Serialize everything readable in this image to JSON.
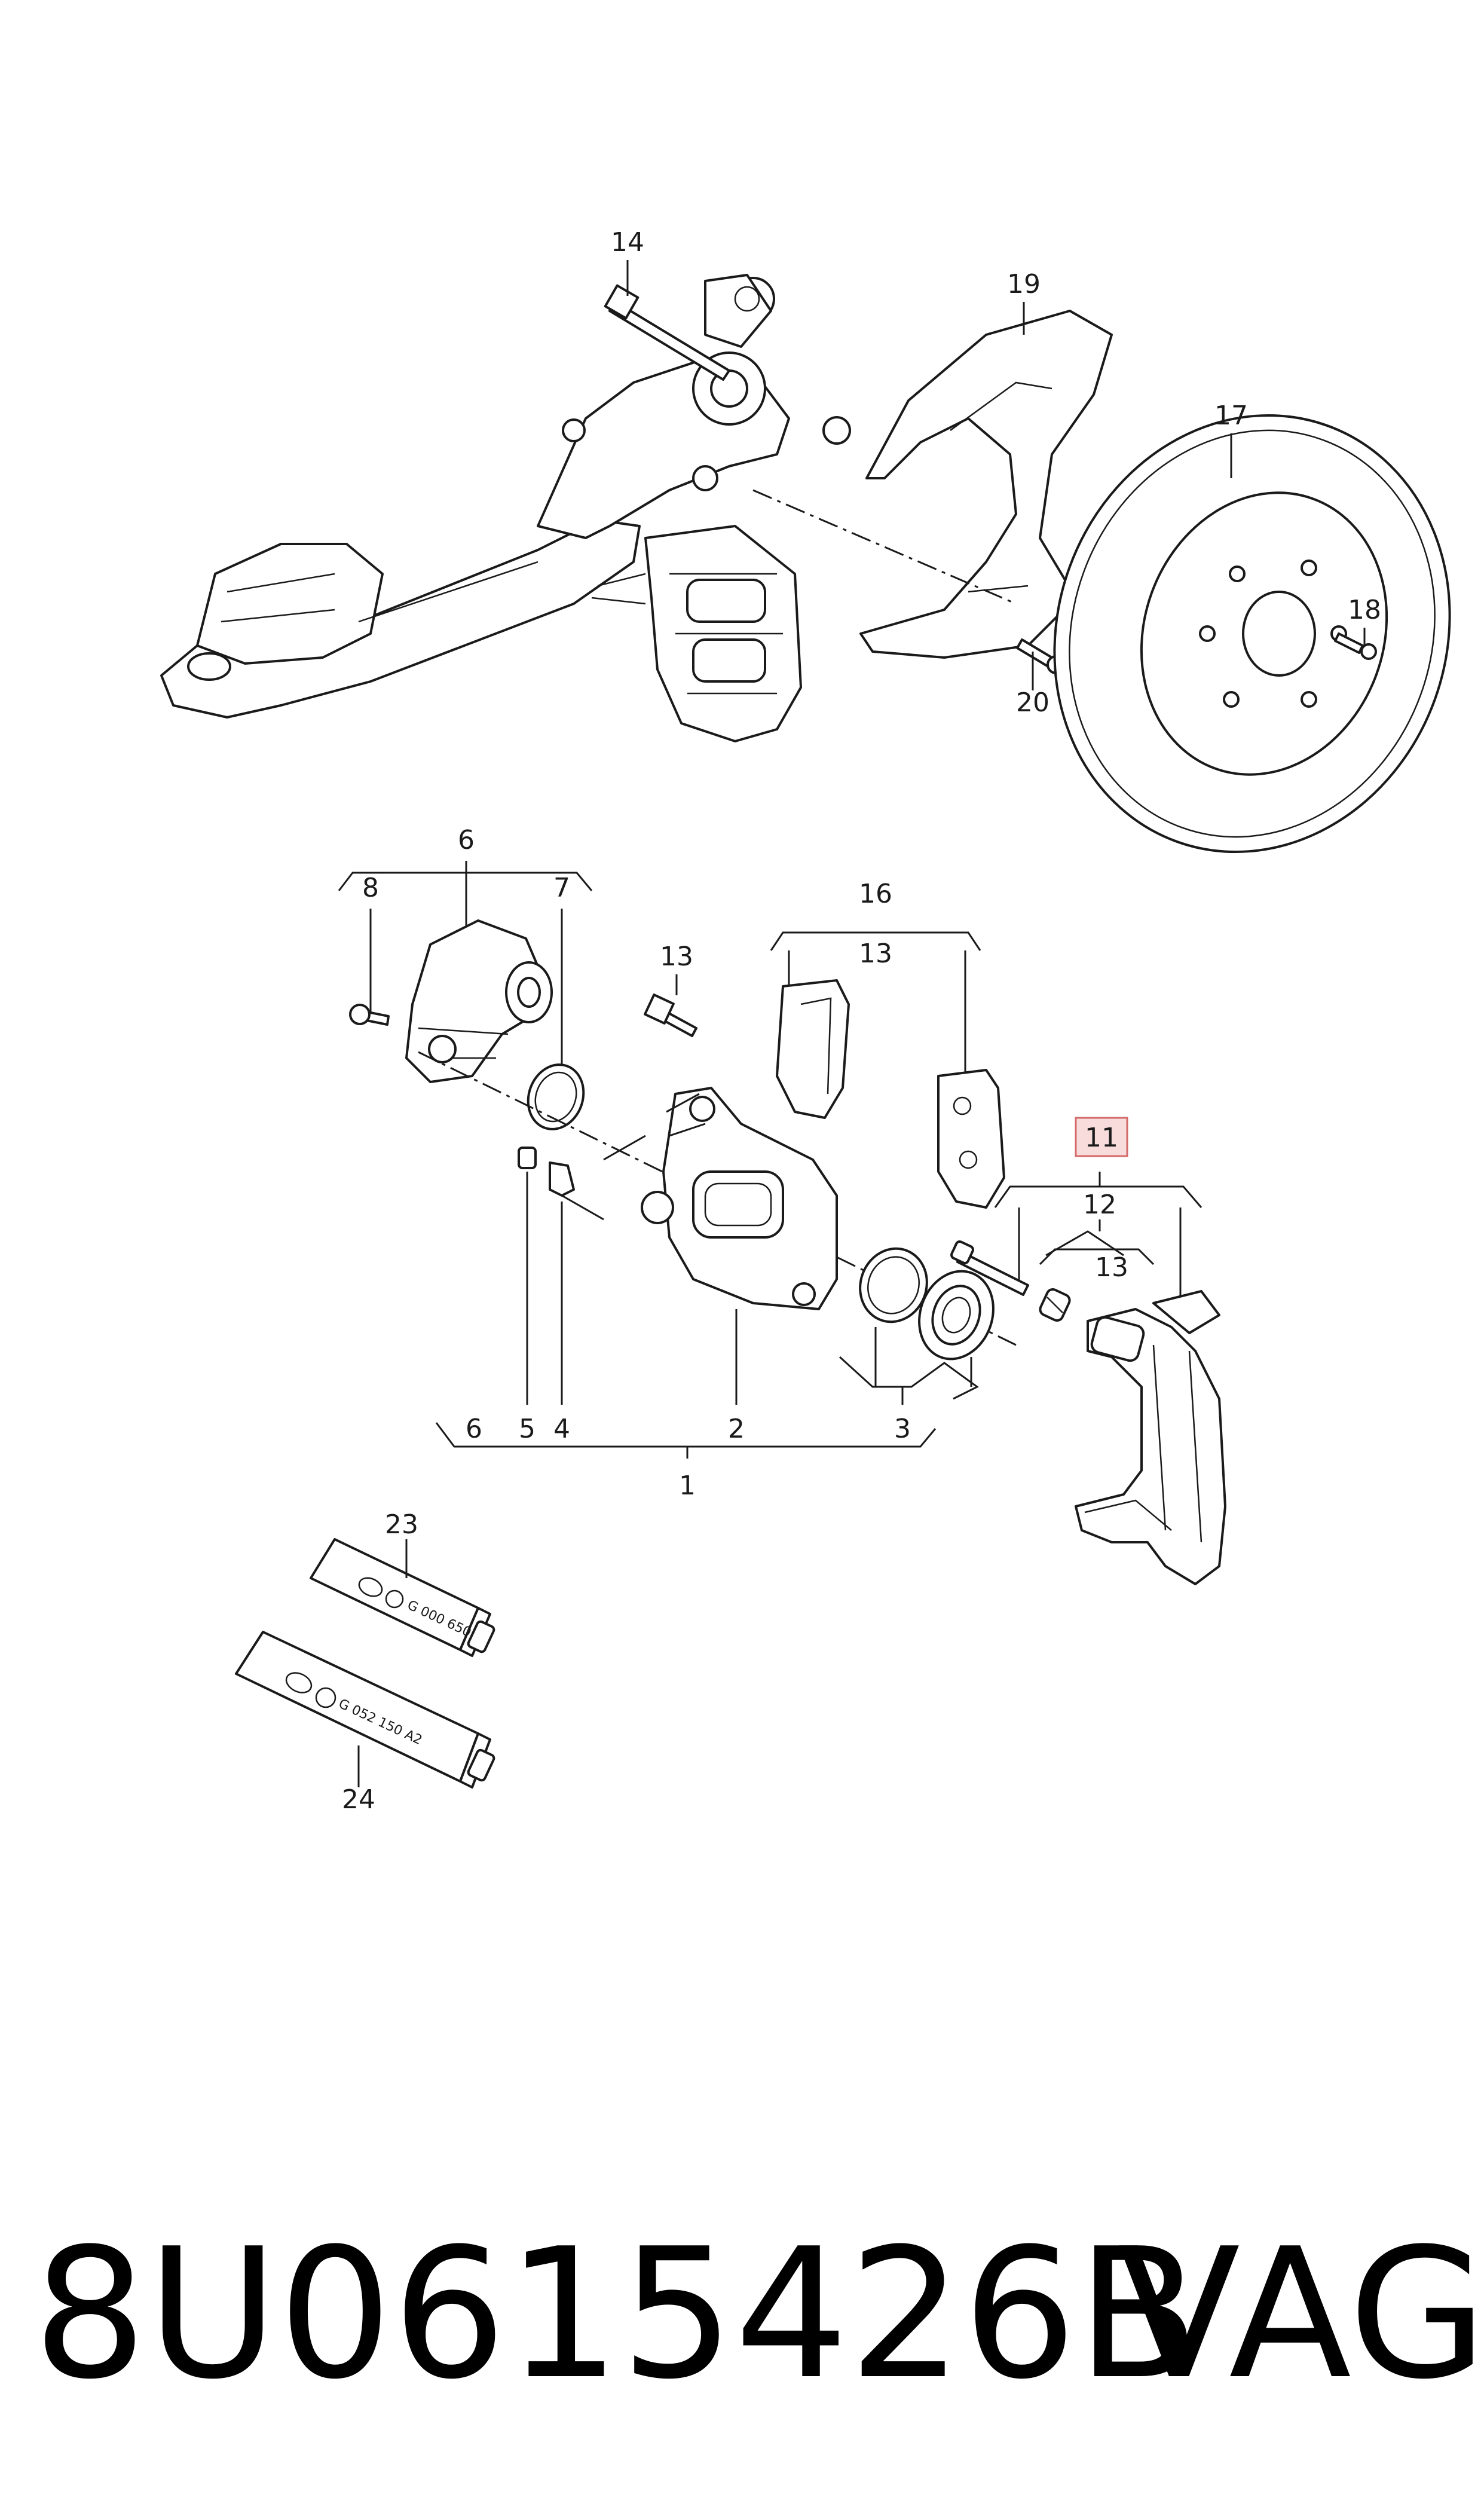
{
  "callouts": {
    "c14": "14",
    "c19": "19",
    "c17": "17",
    "c18": "18",
    "c20": "20",
    "c6": "6",
    "c8": "8",
    "c7": "7",
    "c13a": "13",
    "c16": "16",
    "c13b": "13",
    "c11": "11",
    "c12": "12",
    "c13c": "13",
    "c6b": "6",
    "c5": "5",
    "c4": "4",
    "c2": "2",
    "c3": "3",
    "c1": "1",
    "c23": "23",
    "c24": "24"
  },
  "tubes": {
    "t23": "G 000 650",
    "t24": "G 052 150 A2"
  },
  "footer": {
    "part_number": "8U0615426B",
    "brand": "VAG"
  },
  "colors": {
    "line": "#1a1a1a",
    "highlight_fill": "#f8dcdc",
    "highlight_border": "#d46a6a"
  }
}
